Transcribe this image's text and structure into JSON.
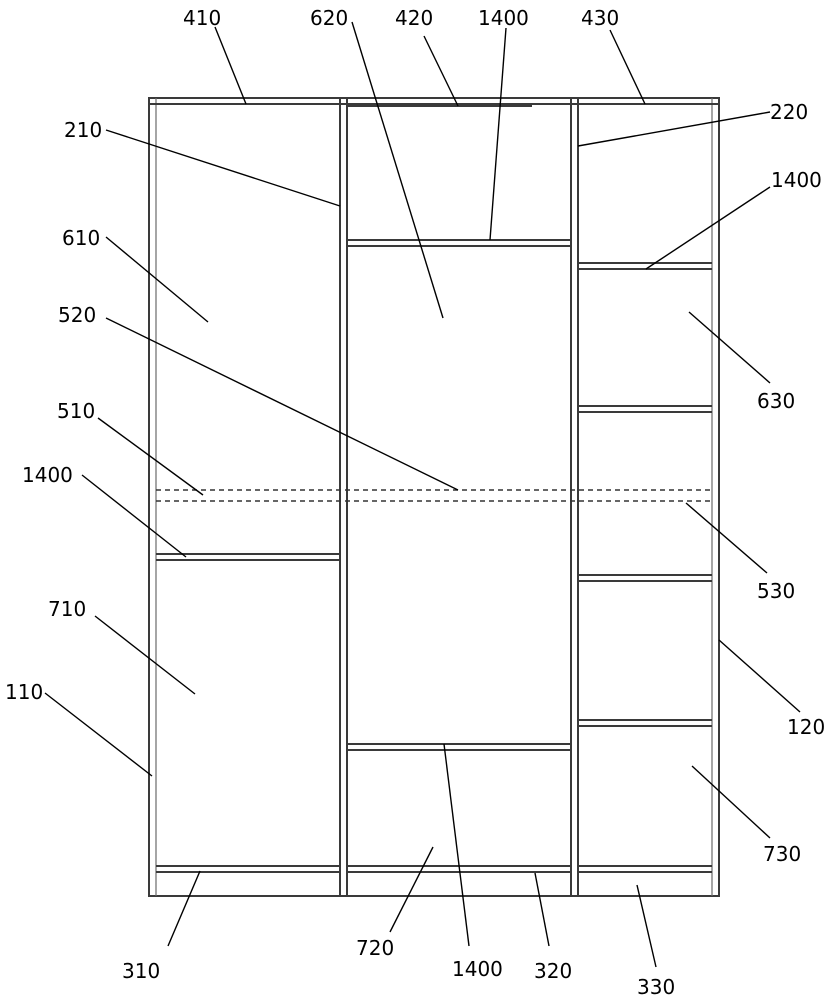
{
  "diagram": {
    "labels": {
      "l410": "410",
      "l620": "620",
      "l420": "420",
      "l1400_top": "1400",
      "l430": "430",
      "l220": "220",
      "l210": "210",
      "l1400_right": "1400",
      "l610": "610",
      "l520": "520",
      "l630": "630",
      "l510": "510",
      "l1400_left": "1400",
      "l530": "530",
      "l710": "710",
      "l110": "110",
      "l120": "120",
      "l730": "730",
      "l310": "310",
      "l720": "720",
      "l1400_bottom": "1400",
      "l320": "320",
      "l330": "330"
    }
  }
}
